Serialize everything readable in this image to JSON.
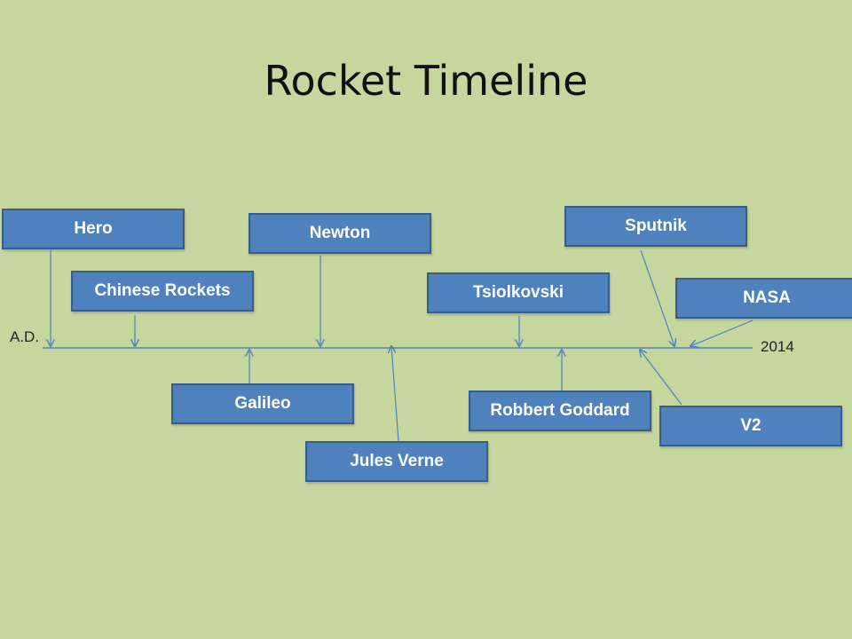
{
  "title": "Rocket Timeline",
  "axis": {
    "start_label": "A.D.",
    "end_label": "2014",
    "line_color": "#4f81bd"
  },
  "box_fill": "#4f81bd",
  "box_border": "#385d8a",
  "events": [
    {
      "id": "hero",
      "label": "Hero"
    },
    {
      "id": "chinese-rockets",
      "label": "Chinese Rockets"
    },
    {
      "id": "galileo",
      "label": "Galileo"
    },
    {
      "id": "newton",
      "label": "Newton"
    },
    {
      "id": "jules-verne",
      "label": "Jules Verne"
    },
    {
      "id": "tsiolkovski",
      "label": "Tsiolkovski"
    },
    {
      "id": "robbert-goddard",
      "label": "Robbert Goddard"
    },
    {
      "id": "v2",
      "label": "V2"
    },
    {
      "id": "sputnik",
      "label": "Sputnik"
    },
    {
      "id": "nasa",
      "label": "NASA"
    }
  ]
}
